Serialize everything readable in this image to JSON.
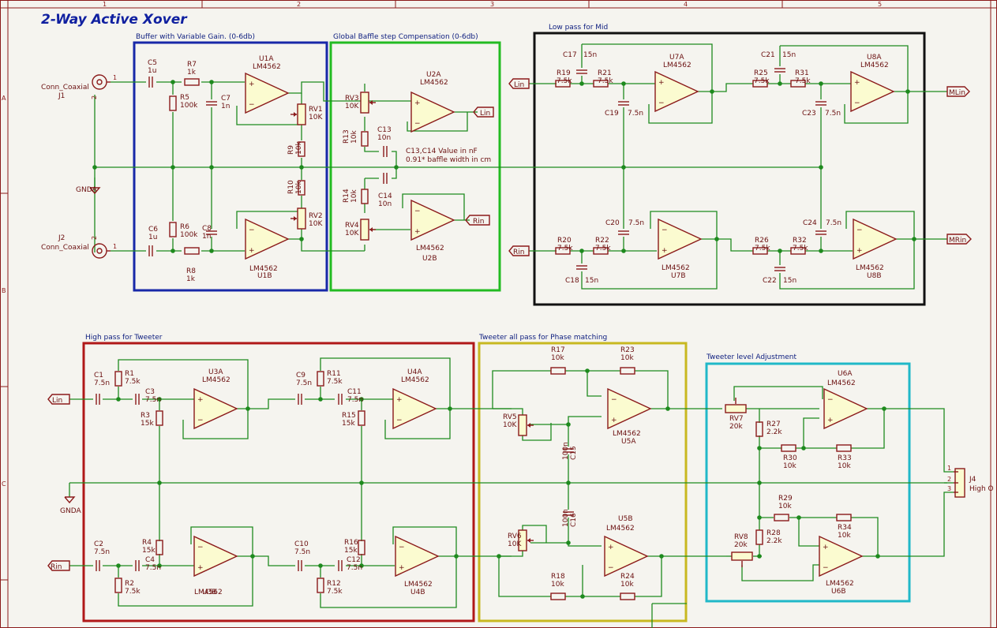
{
  "title": "2-Way Active Xover",
  "frame": {
    "cols": [
      "1",
      "2",
      "3",
      "4",
      "5"
    ],
    "rows": [
      "A",
      "B",
      "C"
    ]
  },
  "groups": {
    "buffer": {
      "label": "Buffer with Variable Gain. (0-6db)",
      "color": "#1828a8"
    },
    "baffle": {
      "label": "Global Baffle step Compensation (0-6db)",
      "color": "#22bb22"
    },
    "lowpass": {
      "label": "Low pass for Mid",
      "color": "#111111"
    },
    "highpass": {
      "label": "High pass for Tweeter",
      "color": "#b01818"
    },
    "allpass": {
      "label": "Tweeter all pass for Phase matching",
      "color": "#c8b820"
    },
    "level": {
      "label": "Tweeter level Adjustment",
      "color": "#20b8c8"
    }
  },
  "note": {
    "line1": "C13,C14 Value in nF",
    "line2": "0.91* baffle width in cm"
  },
  "connectors": {
    "j1": {
      "ref": "J1",
      "value": "Conn_Coaxial"
    },
    "j2": {
      "ref": "J2",
      "value": "Conn_Coaxial"
    },
    "j4": {
      "ref": "J4",
      "value": "High O"
    }
  },
  "ground": {
    "a": "GNDA",
    "b": "GNDA"
  },
  "labels": {
    "lin": "Lin",
    "rin": "Rin",
    "mlin": "MLin",
    "mrin": "MRin"
  },
  "parts": {
    "C5": [
      "C5",
      "1u"
    ],
    "R7": [
      "R7",
      "1k"
    ],
    "U1A": [
      "U1A",
      "LM4562"
    ],
    "R5": [
      "R5",
      "100k"
    ],
    "C7": [
      "C7",
      "1n"
    ],
    "RV1": [
      "RV1",
      "10K"
    ],
    "R9": [
      "R9",
      "10k"
    ],
    "R10": [
      "R10",
      "10k"
    ],
    "RV2": [
      "RV2",
      "10K"
    ],
    "C6": [
      "C6",
      "1u"
    ],
    "R6": [
      "R6",
      "100k"
    ],
    "C8": [
      "C8",
      "1n"
    ],
    "R8": [
      "R8",
      "1k"
    ],
    "U1B": [
      "U1B",
      "LM4562"
    ],
    "U2A": [
      "U2A",
      "LM4562"
    ],
    "RV3": [
      "RV3",
      "10K"
    ],
    "R13": [
      "R13",
      "10k"
    ],
    "C13": [
      "C13",
      "10n"
    ],
    "R14": [
      "R14",
      "10k"
    ],
    "C14": [
      "C14",
      "10n"
    ],
    "RV4": [
      "RV4",
      "10K"
    ],
    "U2B": [
      "U2B",
      "LM4562"
    ],
    "C17": [
      "C17",
      "15n"
    ],
    "R19": [
      "R19",
      "7.5k"
    ],
    "R21": [
      "R21",
      "7.5k"
    ],
    "C19": [
      "C19",
      "7.5n"
    ],
    "U7A": [
      "U7A",
      "LM4562"
    ],
    "C21": [
      "C21",
      "15n"
    ],
    "R25": [
      "R25",
      "7.5k"
    ],
    "R31": [
      "R31",
      "7.5k"
    ],
    "C23": [
      "C23",
      "7.5n"
    ],
    "U8A": [
      "U8A",
      "LM4562"
    ],
    "R20": [
      "R20",
      "7.5k"
    ],
    "R22": [
      "R22",
      "7.5k"
    ],
    "C18": [
      "C18",
      "15n"
    ],
    "C20": [
      "C20",
      "7.5n"
    ],
    "U7B": [
      "U7B",
      "LM4562"
    ],
    "R26": [
      "R26",
      "7.5k"
    ],
    "R32": [
      "R32",
      "7.5k"
    ],
    "C22": [
      "C22",
      "15n"
    ],
    "C24": [
      "C24",
      "7.5n"
    ],
    "U8B": [
      "U8B",
      "LM4562"
    ],
    "C1": [
      "C1",
      "7.5n"
    ],
    "R1": [
      "R1",
      "7.5k"
    ],
    "C3": [
      "C3",
      "7.5n"
    ],
    "R3": [
      "R3",
      "15k"
    ],
    "U3A": [
      "U3A",
      "LM4562"
    ],
    "C9": [
      "C9",
      "7.5n"
    ],
    "R11": [
      "R11",
      "7.5k"
    ],
    "C11": [
      "C11",
      "7.5n"
    ],
    "R15": [
      "R15",
      "15k"
    ],
    "U4A": [
      "U4A",
      "LM4562"
    ],
    "C2": [
      "C2",
      "7.5n"
    ],
    "R2": [
      "R2",
      "7.5k"
    ],
    "C4": [
      "C4",
      "7.5n"
    ],
    "R4": [
      "R4",
      "15k"
    ],
    "U3B": [
      "U3B",
      "LM4562"
    ],
    "C10": [
      "C10",
      "7.5n"
    ],
    "R12": [
      "R12",
      "7.5k"
    ],
    "C12": [
      "C12",
      "7.5n"
    ],
    "R16": [
      "R16",
      "15k"
    ],
    "U4B": [
      "U4B",
      "LM4562"
    ],
    "R17": [
      "R17",
      "10k"
    ],
    "R23": [
      "R23",
      "10k"
    ],
    "RV5": [
      "RV5",
      "10K"
    ],
    "C15": [
      "C15",
      "100n"
    ],
    "U5A": [
      "U5A",
      "LM4562"
    ],
    "RV6": [
      "RV6",
      "10K"
    ],
    "C16": [
      "C16",
      "100n"
    ],
    "R18": [
      "R18",
      "10k"
    ],
    "R24": [
      "R24",
      "10k"
    ],
    "U5B": [
      "U5B",
      "LM4562"
    ],
    "RV7": [
      "RV7",
      "20k"
    ],
    "R27": [
      "R27",
      "2.2k"
    ],
    "R30": [
      "R30",
      "10k"
    ],
    "R33": [
      "R33",
      "10k"
    ],
    "U6A": [
      "U6A",
      "LM4562"
    ],
    "RV8": [
      "RV8",
      "20k"
    ],
    "R28": [
      "R28",
      "2.2k"
    ],
    "R29": [
      "R29",
      "10k"
    ],
    "R34": [
      "R34",
      "10k"
    ],
    "U6B": [
      "U6B",
      "LM4562"
    ]
  }
}
